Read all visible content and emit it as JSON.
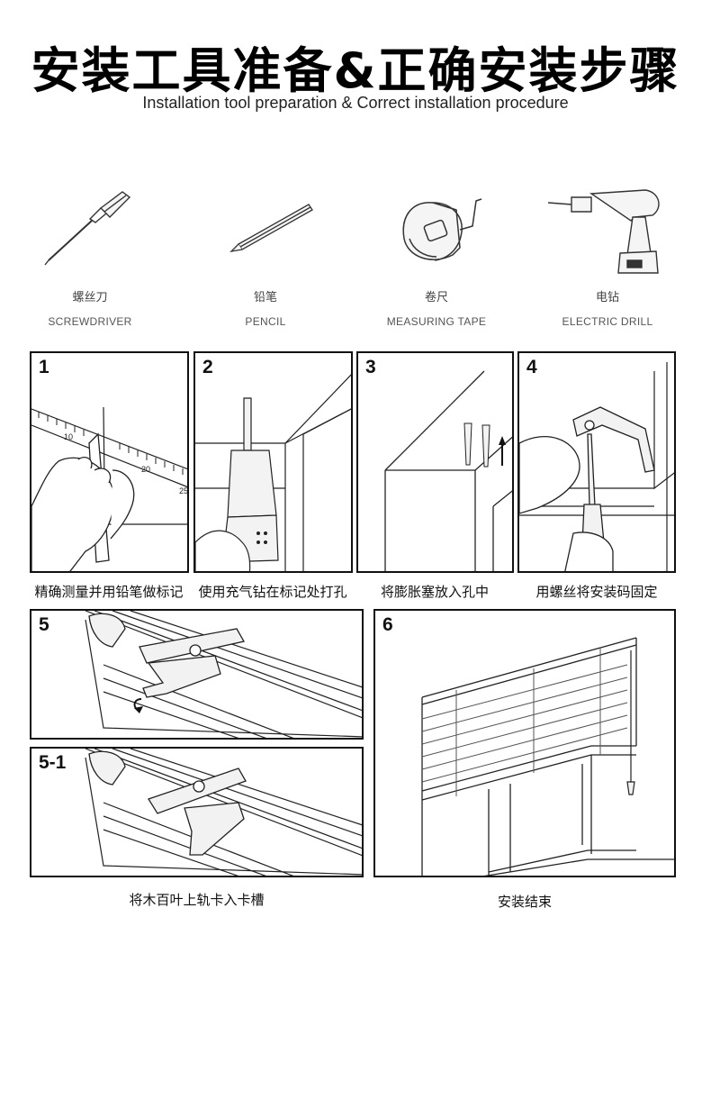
{
  "header": {
    "title": "安装工具准备&正确安装步骤",
    "subtitle": "Installation tool preparation & Correct installation procedure"
  },
  "tools": [
    {
      "zh": "螺丝刀",
      "en": "SCREWDRIVER",
      "icon": "screwdriver-icon"
    },
    {
      "zh": "铅笔",
      "en": "PENCIL",
      "icon": "pencil-icon"
    },
    {
      "zh": "卷尺",
      "en": "MEASURING TAPE",
      "icon": "measuring-tape-icon"
    },
    {
      "zh": "电钻",
      "en": "ELECTRIC DRILL",
      "icon": "electric-drill-icon"
    }
  ],
  "steps": [
    {
      "number": "1",
      "caption": "精确测量并用铅笔做标记"
    },
    {
      "number": "2",
      "caption": "使用充气钻在标记处打孔"
    },
    {
      "number": "3",
      "caption": "将膨胀塞放入孔中"
    },
    {
      "number": "4",
      "caption": "用螺丝将安装码固定"
    },
    {
      "number": "5"
    },
    {
      "number": "5-1"
    },
    {
      "number": "6"
    }
  ],
  "captions": {
    "step5": "将木百叶上轨卡入卡槽",
    "step6": "安装结束"
  },
  "ruler_marks": [
    "10",
    "20",
    "25"
  ]
}
